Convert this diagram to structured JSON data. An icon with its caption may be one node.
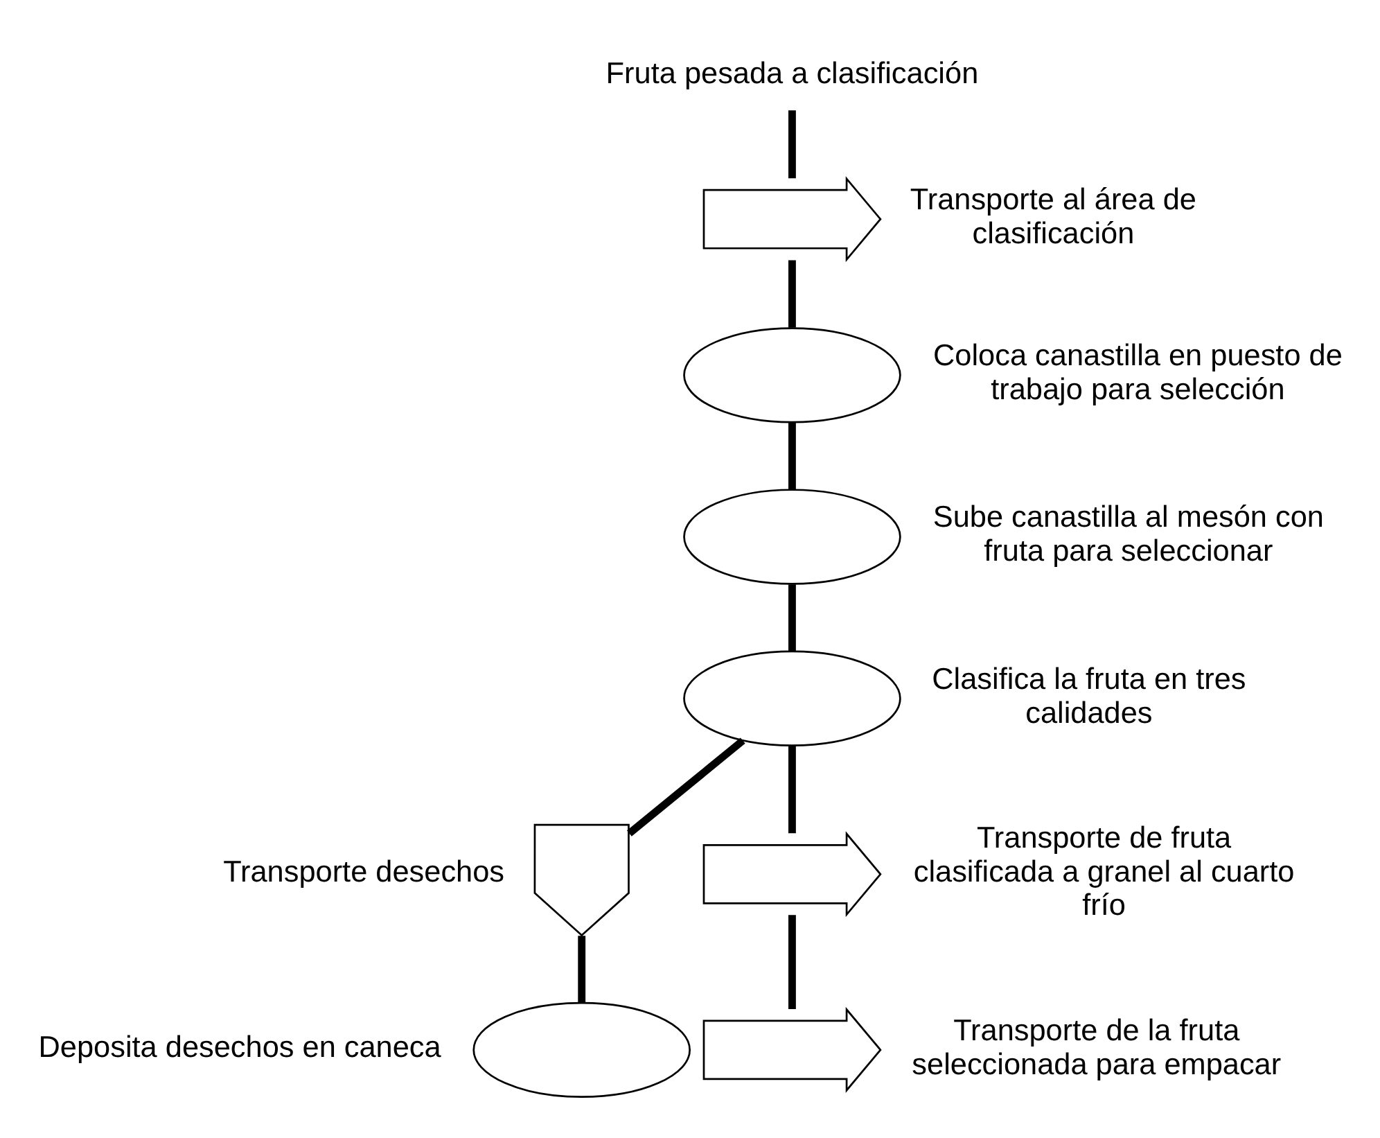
{
  "diagram": {
    "nodes": [
      {
        "text": [
          "Fruta pesada a clasificación"
        ]
      },
      {
        "text": [],
        "shape": "arrow",
        "beside": [
          "Transporte al área de clasificación"
        ]
      },
      {
        "text": [],
        "shape": "ellipse",
        "beside": [
          "Coloca canastilla en puesto de trabajo para selección"
        ]
      },
      {
        "text": [],
        "shape": "ellipse",
        "beside": [
          "Sube canastilla al mesón con fruta para seleccionar"
        ]
      },
      {
        "text": [],
        "shape": "ellipse",
        "beside": [
          "Clasifica la fruta en tres calidades"
        ]
      },
      {
        "text": [],
        "shape": "arrow",
        "beside": [
          "Transporte de fruta clasificada a granel al cuarto frío"
        ]
      },
      {
        "text": [],
        "shape": "arrow",
        "beside": [
          "Transporte de la fruta seleccionada para empacar"
        ]
      },
      {
        "text": [],
        "shape": "arrow",
        "beside": [
          "Transporte desechos"
        ]
      },
      {
        "text": [],
        "shape": "ellipse",
        "beside": [
          "Deposita desechos en caneca"
        ]
      }
    ],
    "edges": [
      {
        "from": 0,
        "to": 1,
        "arrow": "none"
      },
      {
        "from": 1,
        "to": 2,
        "arrow": "none"
      },
      {
        "from": 2,
        "to": 3,
        "arrow": "none"
      },
      {
        "from": 3,
        "to": 4,
        "arrow": "none"
      },
      {
        "from": 4,
        "to": 5,
        "arrow": "none"
      },
      {
        "from": 5,
        "to": 6,
        "arrow": "none"
      },
      {
        "from": 4,
        "to": 7,
        "arrow": "none"
      },
      {
        "from": 7,
        "to": 8,
        "arrow": "none"
      }
    ]
  }
}
